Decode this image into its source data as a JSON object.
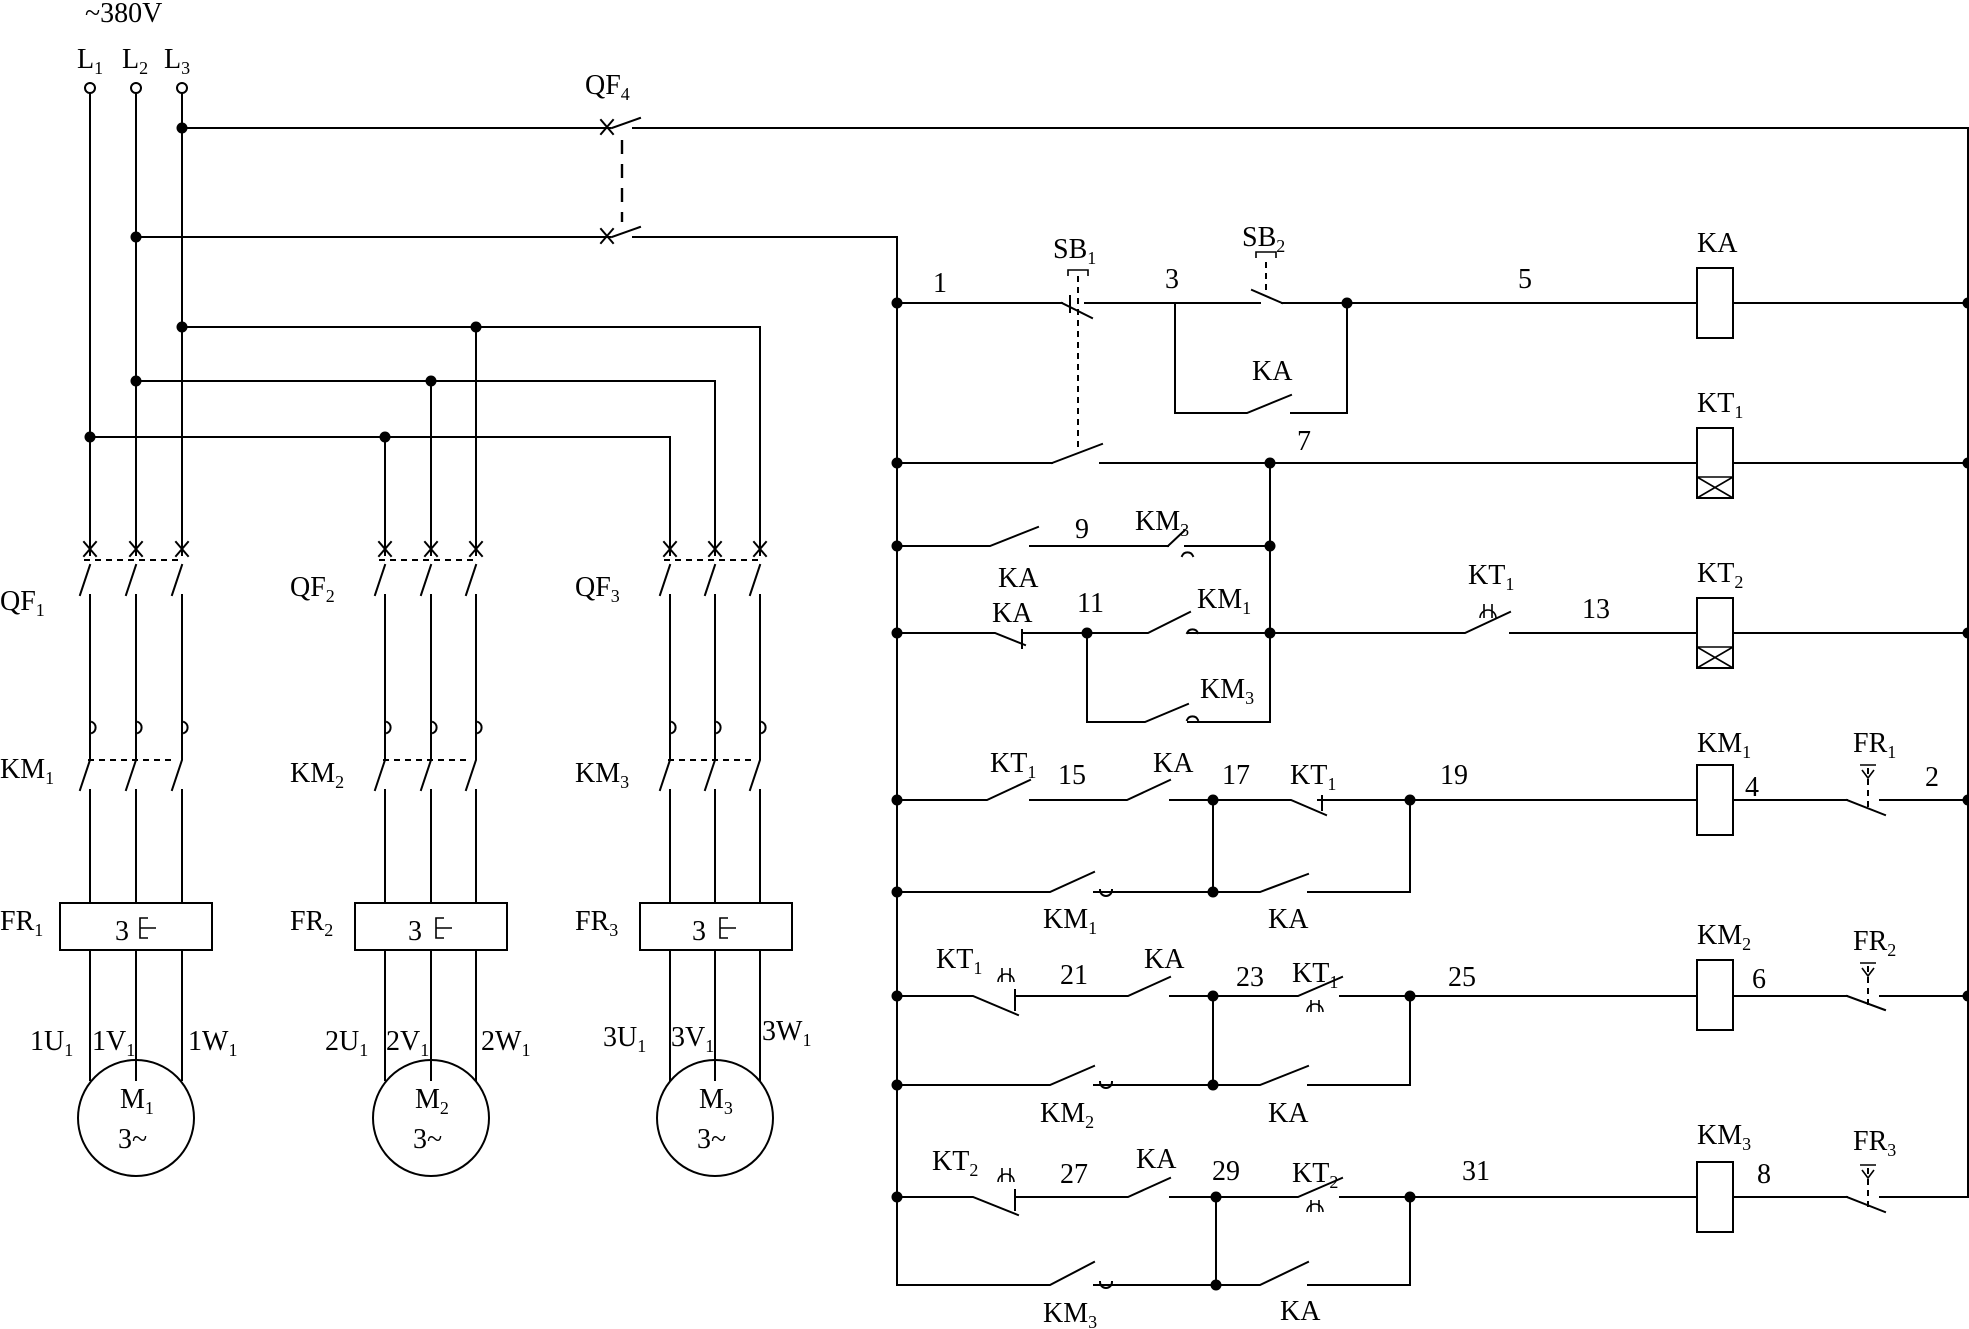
{
  "supply": {
    "voltage": "~380V",
    "l1": "L",
    "l2": "L",
    "l3": "L",
    "l1s": "1",
    "l2s": "2",
    "l3s": "3"
  },
  "breakers": {
    "qf": "QF",
    "qf4s": "4",
    "qf1s": "1",
    "qf2s": "2",
    "qf3s": "3"
  },
  "contactors": {
    "km": "KM",
    "s1": "1",
    "s2": "2",
    "s3": "3"
  },
  "relays": {
    "fr": "FR",
    "s1": "1",
    "s2": "2",
    "s3": "3",
    "poles": "3"
  },
  "motors": {
    "m": "M",
    "phase": "3~",
    "m1s": "1",
    "m2s": "2",
    "m3s": "3",
    "t1": [
      "1U",
      "1V",
      "1W"
    ],
    "t2": [
      "2U",
      "2V",
      "2W"
    ],
    "t3": [
      "3U",
      "3V",
      "3W"
    ],
    "ts": "1"
  },
  "control": {
    "sb": "SB",
    "sb1s": "1",
    "sb2s": "2",
    "ka": "KA",
    "kt": "KT",
    "kt1s": "1",
    "kt2s": "2",
    "nodes": [
      "1",
      "3",
      "5",
      "7",
      "9",
      "11",
      "13",
      "15",
      "17",
      "19",
      "21",
      "23",
      "25",
      "27",
      "29",
      "31",
      "4",
      "2",
      "6",
      "8"
    ]
  }
}
